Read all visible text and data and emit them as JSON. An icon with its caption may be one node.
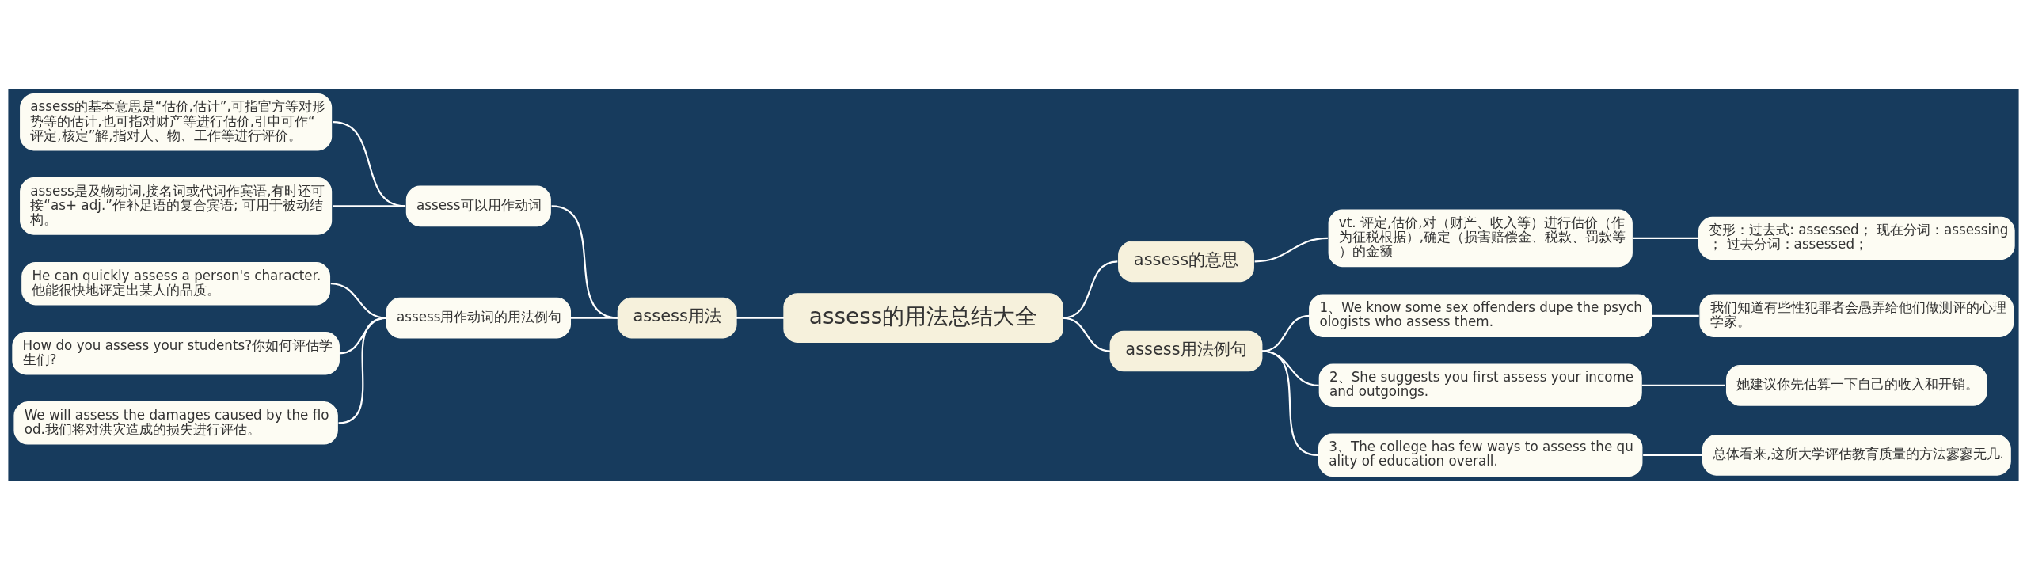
{
  "diagram": {
    "nodes": [
      {
        "text": [
          "assess的用法总结大全"
        ]
      },
      {
        "text": [
          "assess用法"
        ]
      },
      {
        "text": [
          "assess可以用作动词"
        ]
      },
      {
        "text": [
          "assess的基本意思是“估价,估计”,可指官方等对形势等的估计,也可指对财产等进行估价,引申可作“评定,核定”解,指对人、物、工作等进行评价。"
        ]
      },
      {
        "text": [
          "assess是及物动词,接名词或代词作宾语,有时还可接“as+ adj.”作补足语的复合宾语; 可用于被动结构。"
        ]
      },
      {
        "text": [
          "assess用作动词的用法例句"
        ]
      },
      {
        "text": [
          "He can quickly assess a person's character.他能很快地评定出某人的品质。"
        ]
      },
      {
        "text": [
          "How do you assess your students?你如何评估学生们?"
        ]
      },
      {
        "text": [
          "We will assess the damages caused by the flood.我们将对洪灾造成的损失进行评估。"
        ]
      },
      {
        "text": [
          "assess的意思"
        ]
      },
      {
        "text": [
          "vt. 评定,估价,对（财产、收入等）进行估价（作为征税根据）,确定（损害赔偿金、税款、罚款等）的金额"
        ]
      },
      {
        "text": [
          "变形：过去式: assessed； 现在分词：assessing； 过去分词：assessed；"
        ]
      },
      {
        "text": [
          "assess用法例句"
        ]
      },
      {
        "text": [
          "1、We know some sex offenders dupe the psychologists who assess them."
        ]
      },
      {
        "text": [
          "我们知道有些性犯罪者会愚弄给他们做测评的心理学家。"
        ]
      },
      {
        "text": [
          "2、She suggests you first assess your income and outgoings."
        ]
      },
      {
        "text": [
          "她建议你先估算一下自己的收入和开销。"
        ]
      },
      {
        "text": [
          "3、The college has few ways to assess the quality of education overall."
        ]
      },
      {
        "text": [
          "总体看来,这所大学评估教育质量的方法寥寥无几."
        ]
      }
    ],
    "edges": [
      {
        "from": 0,
        "to": 1,
        "arrow": "none"
      },
      {
        "from": 1,
        "to": 2,
        "arrow": "none"
      },
      {
        "from": 2,
        "to": 3,
        "arrow": "none"
      },
      {
        "from": 2,
        "to": 4,
        "arrow": "none"
      },
      {
        "from": 1,
        "to": 5,
        "arrow": "none"
      },
      {
        "from": 5,
        "to": 6,
        "arrow": "none"
      },
      {
        "from": 5,
        "to": 7,
        "arrow": "none"
      },
      {
        "from": 5,
        "to": 8,
        "arrow": "none"
      },
      {
        "from": 0,
        "to": 9,
        "arrow": "none"
      },
      {
        "from": 9,
        "to": 10,
        "arrow": "none"
      },
      {
        "from": 10,
        "to": 11,
        "arrow": "none"
      },
      {
        "from": 0,
        "to": 12,
        "arrow": "none"
      },
      {
        "from": 12,
        "to": 13,
        "arrow": "none"
      },
      {
        "from": 13,
        "to": 14,
        "arrow": "none"
      },
      {
        "from": 12,
        "to": 15,
        "arrow": "none"
      },
      {
        "from": 15,
        "to": 16,
        "arrow": "none"
      },
      {
        "from": 12,
        "to": 17,
        "arrow": "none"
      },
      {
        "from": 17,
        "to": 18,
        "arrow": "none"
      }
    ]
  }
}
